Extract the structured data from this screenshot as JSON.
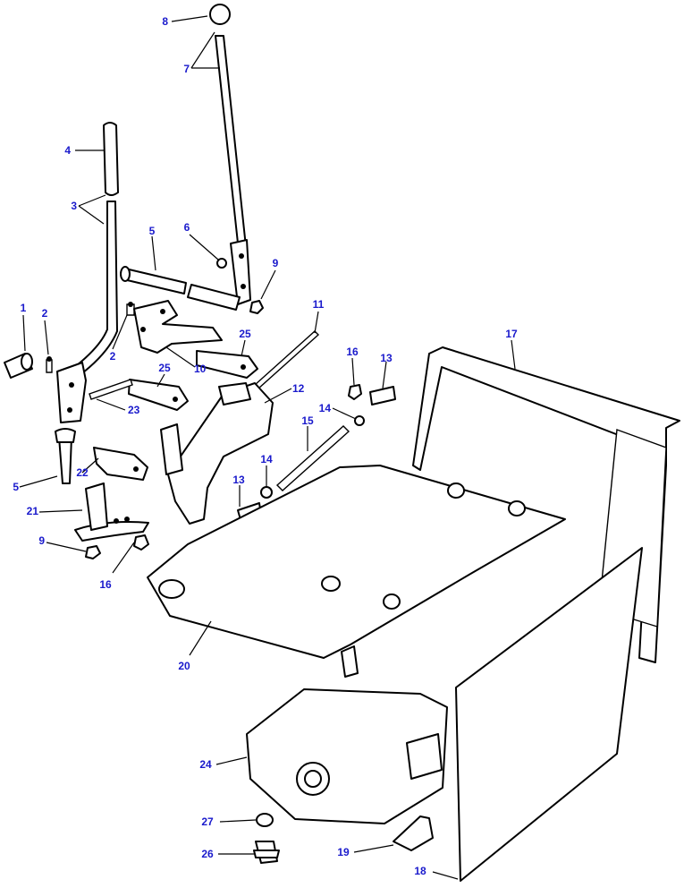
{
  "diagram": {
    "callout_color": "#1a1acc",
    "line_color": "#000000",
    "callouts": [
      {
        "id": "c8",
        "label": "8"
      },
      {
        "id": "c7",
        "label": "7"
      },
      {
        "id": "c4",
        "label": "4"
      },
      {
        "id": "c3",
        "label": "3"
      },
      {
        "id": "c5a",
        "label": "5"
      },
      {
        "id": "c6",
        "label": "6"
      },
      {
        "id": "c9a",
        "label": "9"
      },
      {
        "id": "c1",
        "label": "1"
      },
      {
        "id": "c2a",
        "label": "2"
      },
      {
        "id": "c2b",
        "label": "2"
      },
      {
        "id": "c11",
        "label": "11"
      },
      {
        "id": "c25a",
        "label": "25"
      },
      {
        "id": "c10",
        "label": "10"
      },
      {
        "id": "c25b",
        "label": "25"
      },
      {
        "id": "c23",
        "label": "23"
      },
      {
        "id": "c12",
        "label": "12"
      },
      {
        "id": "c16a",
        "label": "16"
      },
      {
        "id": "c13a",
        "label": "13"
      },
      {
        "id": "c17",
        "label": "17"
      },
      {
        "id": "c14a",
        "label": "14"
      },
      {
        "id": "c15",
        "label": "15"
      },
      {
        "id": "c5b",
        "label": "5"
      },
      {
        "id": "c22",
        "label": "22"
      },
      {
        "id": "c14b",
        "label": "14"
      },
      {
        "id": "c13b",
        "label": "13"
      },
      {
        "id": "c21",
        "label": "21"
      },
      {
        "id": "c9b",
        "label": "9"
      },
      {
        "id": "c16b",
        "label": "16"
      },
      {
        "id": "c20",
        "label": "20"
      },
      {
        "id": "c24",
        "label": "24"
      },
      {
        "id": "c27",
        "label": "27"
      },
      {
        "id": "c26",
        "label": "26"
      },
      {
        "id": "c19",
        "label": "19"
      },
      {
        "id": "c18",
        "label": "18"
      }
    ]
  }
}
